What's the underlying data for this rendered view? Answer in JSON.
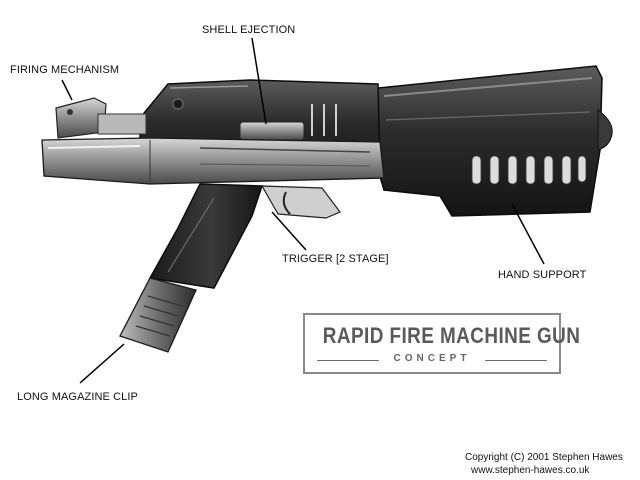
{
  "callouts": {
    "shell_ejection": "SHELL EJECTION",
    "firing_mechanism": "FIRING MECHANISM",
    "trigger": "TRIGGER [2 STAGE]",
    "hand_support": "HAND SUPPORT",
    "long_magazine_clip": "LONG MAGAZINE CLIP"
  },
  "title_box": {
    "title": "RAPID FIRE MACHINE GUN",
    "subtitle": "CONCEPT"
  },
  "credits": {
    "copyright": "Copyright (C) 2001 Stephen Hawes",
    "website": "www.stephen-hawes.co.uk"
  },
  "colors": {
    "background": "#ffffff",
    "ink": "#111111",
    "title_gray": "#5a5a5a",
    "frame_gray": "#8a8a8a"
  }
}
